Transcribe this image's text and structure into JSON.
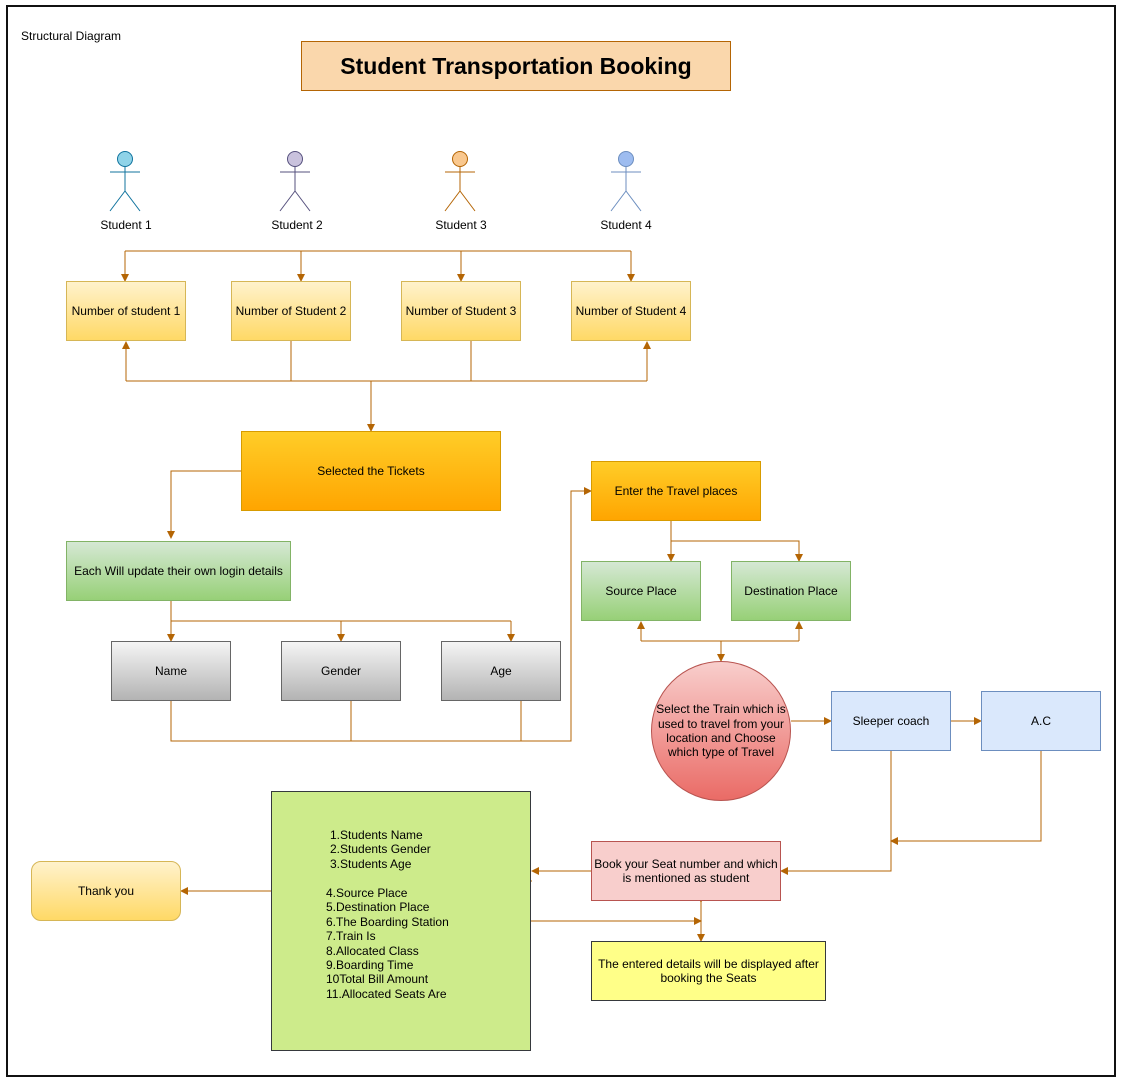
{
  "diagram_tag": "Structural  Diagram",
  "title": "Student Transportation Booking",
  "students": [
    {
      "label": "Student 1",
      "color": "#8fd3e8"
    },
    {
      "label": "Student 2",
      "color": "#c9c2dd"
    },
    {
      "label": "Student 3",
      "color": "#f9c88f"
    },
    {
      "label": "Student 4",
      "color": "#9dbcf0"
    }
  ],
  "number_boxes": [
    "Number of student 1",
    "Number of Student 2",
    "Number of Student 3",
    "Number of Student 4"
  ],
  "selected_tickets": "Selected the Tickets",
  "login_details": "Each Will update their own login details",
  "fields": [
    "Name",
    "Gender",
    "Age"
  ],
  "travel_places": "Enter the Travel places",
  "source_place": "Source Place",
  "destination_place": "Destination Place",
  "select_train": "Select the Train which is used to travel from your location and Choose which type of Travel",
  "sleeper_coach": "Sleeper coach",
  "ac": "A.C",
  "book_seat": "Book your Seat number and which is mentioned as student",
  "displayed_details": "The entered details will be displayed after booking the Seats",
  "thank_you": "Thank you",
  "summary_top": [
    "1.Students Name",
    "2.Students Gender",
    "3.Students Age"
  ],
  "summary_bottom": [
    "4.Source Place",
    "5.Destination Place",
    "6.The Boarding Station",
    "7.Train Is",
    "8.Allocated Class",
    "9.Boarding Time",
    "10Total Bill Amount",
    "11.Allocated Seats Are"
  ],
  "colors": {
    "connector": "#b46504"
  }
}
